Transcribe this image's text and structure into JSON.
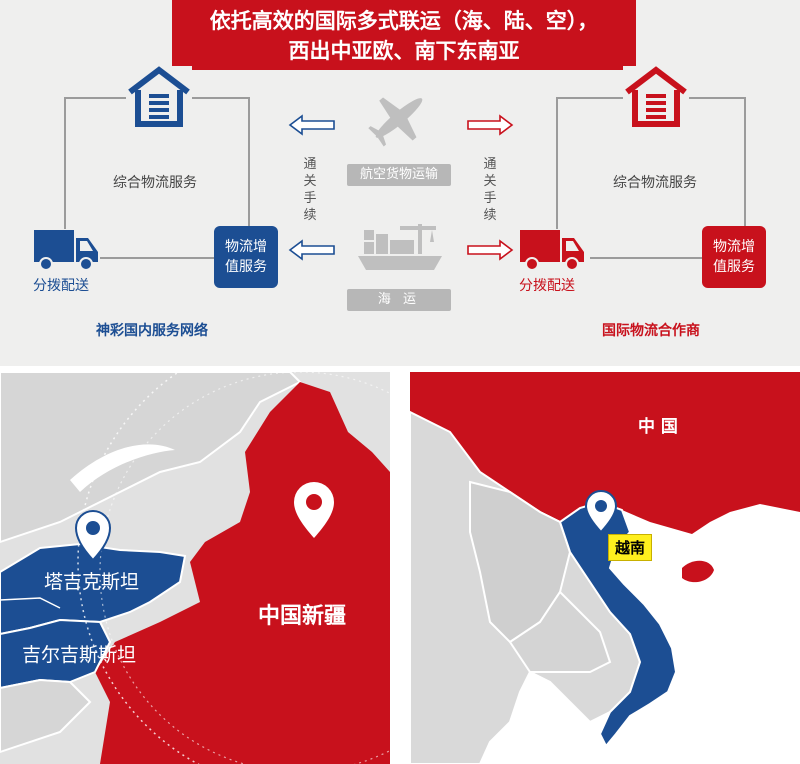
{
  "banner": {
    "line1": "依托高效的国际多式联运（海、陆、空），",
    "line2": "西出中亚欧、南下东南亚"
  },
  "colors": {
    "red": "#c8111c",
    "blue": "#1c4e93",
    "gray": "#9b9b9b",
    "yellow": "#ffef1e"
  },
  "diagram": {
    "left": {
      "service": "综合物流服务",
      "truck_label": "分拨配送",
      "value_box": [
        "物流增",
        "值服务"
      ],
      "network_label": "神彩国内服务网络"
    },
    "right": {
      "service": "综合物流服务",
      "truck_label": "分拨配送",
      "value_box": [
        "物流增",
        "值服务"
      ],
      "network_label": "国际物流合作商"
    },
    "center": {
      "air_label": "航空货物运输",
      "sea_label": "海  运",
      "customs_left": "通关手续",
      "customs_right": "通关手续"
    },
    "icons": [
      "warehouse-icon",
      "truck-icon",
      "airplane-icon",
      "cargo-ship-icon",
      "arrow-icon"
    ]
  },
  "map_left": {
    "labels": {
      "tajikistan": "塔吉克斯坦",
      "kyrgyzstan": "吉尔吉斯斯坦",
      "xinjiang": "中国新疆"
    }
  },
  "map_right": {
    "labels": {
      "china": "中  国",
      "vietnam": "越南"
    }
  }
}
